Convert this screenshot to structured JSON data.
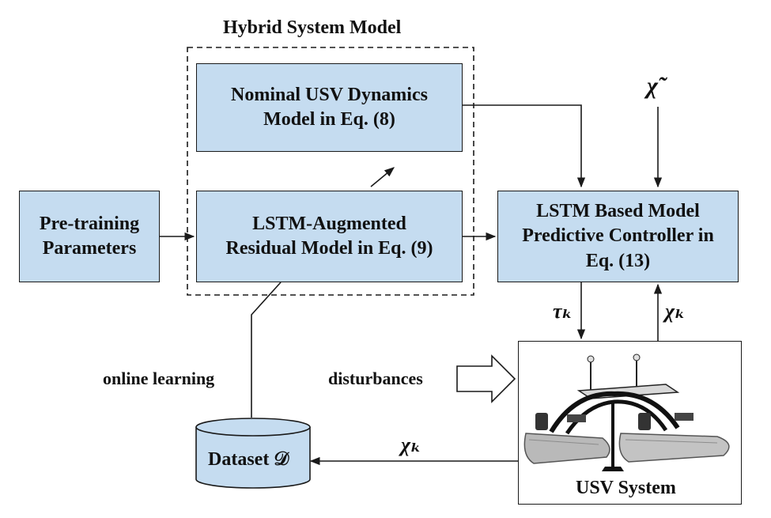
{
  "diagram": {
    "hybrid_title": "Hybrid System Model",
    "nominal_box": {
      "line1": "Nominal USV Dynamics",
      "line2": "Model in Eq. (8)"
    },
    "lstm_residual_box": {
      "line1": "LSTM-Augmented",
      "line2": "Residual Model in Eq. (9)"
    },
    "pretraining_box": {
      "line1": "Pre-training",
      "line2": "Parameters"
    },
    "controller_box": {
      "line1": "LSTM Based Model",
      "line2": "Predictive Controller in",
      "line3": "Eq. (13)"
    },
    "usv_system_label": "USV System",
    "dataset_label": "Dataset 𝒟",
    "online_learning_label": "online learning",
    "disturbances_label": "disturbances",
    "chi_tilde_label": "χ̃",
    "tau_k_label": "τₖ",
    "chi_k_label_right": "χₖ",
    "chi_k_label_bottom": "χₖ"
  },
  "colors": {
    "box_fill": "#c5dcf0",
    "line": "#1a1a1a"
  },
  "icons": {
    "usv_image": "usv-catamaran-illustration"
  }
}
